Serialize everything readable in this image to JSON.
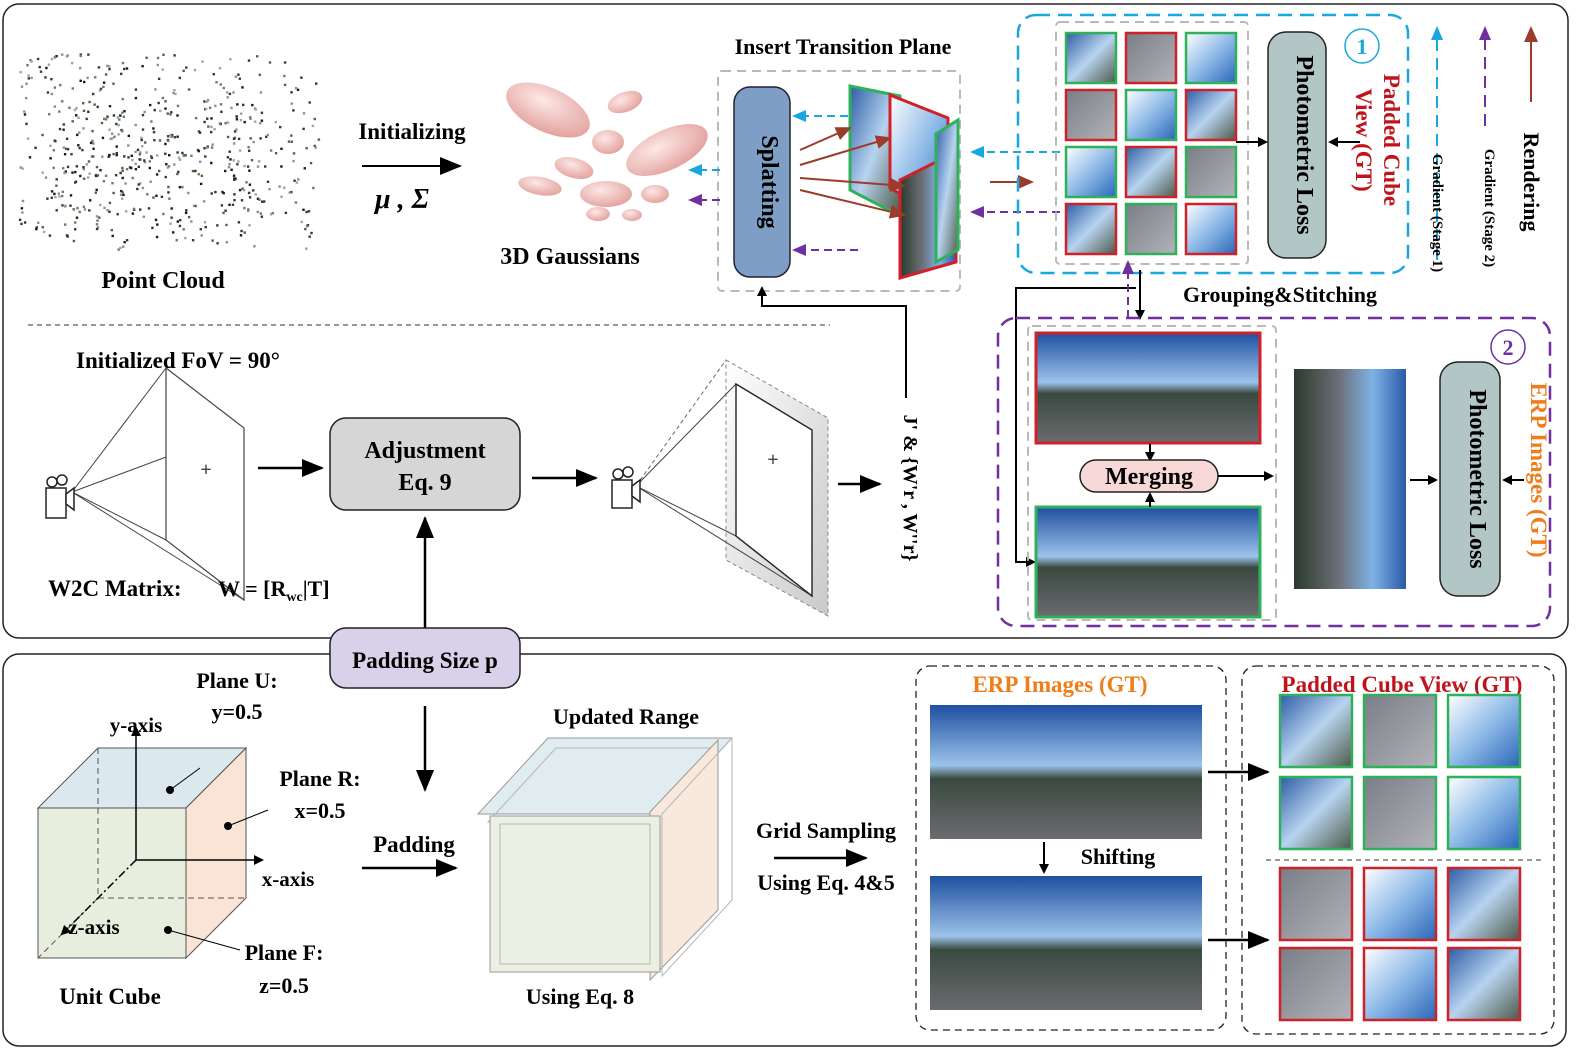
{
  "top": {
    "point_cloud_label": "Point Cloud",
    "initializing_label": "Initializing",
    "mu_sigma_label": "μ , Σ",
    "gaussians_label": "3D Gaussians",
    "insert_transition_plane_label": "Insert Transition Plane",
    "splatting_label": "Splatting",
    "photometric_loss_1": "Photometric Loss",
    "photometric_loss_2": "Photometric Loss",
    "padded_cube_view_gt_line1": "Padded Cube",
    "padded_cube_view_gt_line2": "View (GT)",
    "erp_images_gt_vertical": "ERP Images (GT)",
    "stage1_badge": "1",
    "stage2_badge": "2",
    "grouping_stitching_label": "Grouping&Stitching",
    "merging_label": "Merging",
    "legend": {
      "rendering": "Rendering",
      "gradient_stage2": "Gradient (Stage 2)",
      "gradient_stage1": "Gradient (Stage 1)"
    },
    "initialized_fov_label": "Initialized FoV = 90°",
    "adjustment_line1": "Adjustment",
    "adjustment_line2": "Eq. 9",
    "w2c_label": "W2C Matrix:",
    "w2c_formula": "W = [R",
    "w2c_formula_sub": "wc",
    "w2c_formula_end": "|T]",
    "jw_label": "J' & {W'r , W''r}"
  },
  "bottom": {
    "padding_size_label": "Padding Size p",
    "plane_u_line1": "Plane U:",
    "plane_u_line2": "y=0.5",
    "plane_r_line1": "Plane R:",
    "plane_r_line2": "x=0.5",
    "plane_f_line1": "Plane F:",
    "plane_f_line2": "z=0.5",
    "y_axis": "y-axis",
    "x_axis": "x-axis",
    "z_axis": "z-axis",
    "unit_cube_label": "Unit Cube",
    "padding_label": "Padding",
    "updated_range_label": "Updated Range",
    "using_eq8_label": "Using Eq. 8",
    "grid_sampling_line1": "Grid Sampling",
    "grid_sampling_line2": "Using Eq. 4&5",
    "erp_images_gt_title": "ERP Images (GT)",
    "shifting_label": "Shifting",
    "padded_cube_view_title": "Padded Cube View (GT)"
  },
  "colors": {
    "rendering_arrow": "#9b3b2c",
    "gradient_stage1": "#1aa7e0",
    "gradient_stage2": "#7030a0",
    "green_frame": "#2fb05a",
    "red_frame": "#d0202a",
    "gt_red_text": "#c0141c",
    "erp_orange_text": "#ee7d1a"
  }
}
